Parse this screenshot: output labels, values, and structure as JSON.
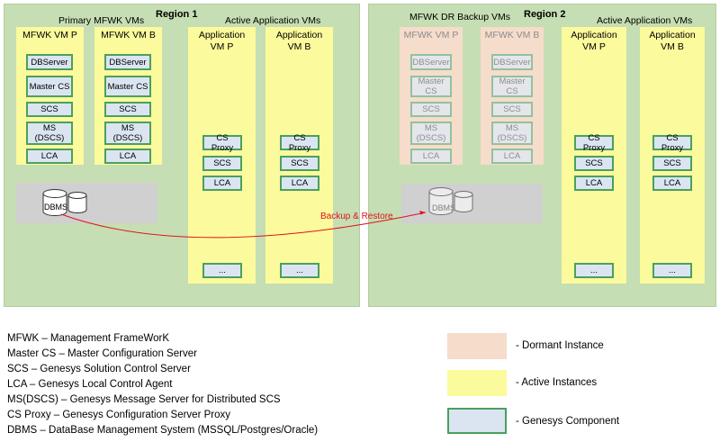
{
  "regions": [
    {
      "title": "Region 1",
      "left_group_label": "Primary MFWK VMs",
      "right_group_label": "Active Application VMs"
    },
    {
      "title": "Region 2",
      "left_group_label": "MFWK DR Backup VMs",
      "right_group_label": "Active Application VMs"
    }
  ],
  "region1": {
    "mfwk_vm_p": {
      "title": "MFWK VM P",
      "components": [
        "DBServer",
        "Master CS",
        "SCS",
        "MS\n(DSCS)",
        "LCA"
      ]
    },
    "mfwk_vm_b": {
      "title": "MFWK VM B",
      "components": [
        "DBServer",
        "Master CS",
        "SCS",
        "MS\n(DSCS)",
        "LCA"
      ]
    },
    "app_vm_p": {
      "title": "Application\nVM P",
      "components": [
        "CS Proxy",
        "SCS",
        "LCA",
        "..."
      ]
    },
    "app_vm_b": {
      "title": "Application\nVM B",
      "components": [
        "CS Proxy",
        "SCS",
        "LCA",
        "..."
      ]
    },
    "dbms_label": "DBMS"
  },
  "region2": {
    "mfwk_vm_p": {
      "title": "MFWK VM P",
      "components": [
        "DBServer",
        "Master CS",
        "SCS",
        "MS\n(DSCS)",
        "LCA"
      ]
    },
    "mfwk_vm_b": {
      "title": "MFWK VM B",
      "components": [
        "DBServer",
        "Master CS",
        "SCS",
        "MS\n(DSCS)",
        "LCA"
      ]
    },
    "app_vm_p": {
      "title": "Application\nVM P",
      "components": [
        "CS Proxy",
        "SCS",
        "LCA",
        "..."
      ]
    },
    "app_vm_b": {
      "title": "Application\nVM B",
      "components": [
        "CS Proxy",
        "SCS",
        "LCA",
        "..."
      ]
    },
    "dbms_label": "DBMS"
  },
  "arrow_label": "Backup & Restore",
  "glossary": [
    "MFWK – Management FrameWorK",
    "Master CS – Master Configuration Server",
    "SCS – Genesys Solution Control Server",
    "LCA – Genesys Local Control Agent",
    "MS(DSCS) – Genesys Message Server for Distributed SCS",
    "CS Proxy – Genesys Configuration Server Proxy",
    "DBMS – DataBase Management System (MSSQL/Postgres/Oracle)"
  ],
  "key": [
    {
      "label": "- Dormant Instance",
      "color": "#f6dccb"
    },
    {
      "label": "- Active Instances",
      "color": "#fbfa9c"
    },
    {
      "label": "- Genesys Component",
      "color": "#dbe5f2"
    }
  ],
  "colors": {
    "region_bg": "#c6deb3",
    "active_vm": "#fbfa9c",
    "dormant_vm": "#f6dccb",
    "component_fill": "#dbe5f2",
    "component_border": "#4aa05e",
    "dbms_band": "#d0d0d0",
    "arrow": "#e0121b"
  }
}
